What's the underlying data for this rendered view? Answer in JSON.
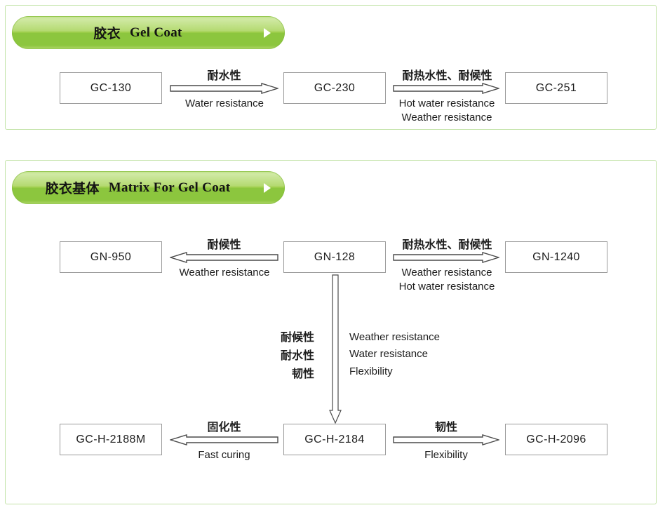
{
  "panels": [
    {
      "id": "gel-coat",
      "header": {
        "cn": "胶衣",
        "en": "Gel Coat",
        "arrow_icon": "play-triangle-icon"
      },
      "nodes": [
        {
          "label": "GC-130"
        },
        {
          "label": "GC-230"
        },
        {
          "label": "GC-251"
        }
      ],
      "arrows": [
        {
          "direction": "right",
          "cn": "耐水性",
          "en": [
            "Water resistance"
          ]
        },
        {
          "direction": "right",
          "cn": "耐热水性、耐候性",
          "en": [
            "Hot water resistance",
            "Weather resistance"
          ]
        }
      ]
    },
    {
      "id": "matrix-for-gel-coat",
      "header": {
        "cn": "胶衣基体",
        "en": "Matrix For Gel Coat",
        "arrow_icon": "play-triangle-icon"
      },
      "nodes": [
        {
          "label": "GN-950"
        },
        {
          "label": "GN-128"
        },
        {
          "label": "GN-1240"
        },
        {
          "label": "GC-H-2188M"
        },
        {
          "label": "GC-H-2184"
        },
        {
          "label": "GC-H-2096"
        }
      ],
      "arrows": [
        {
          "direction": "left",
          "cn": "耐候性",
          "en": [
            "Weather resistance"
          ]
        },
        {
          "direction": "right",
          "cn": "耐热水性、耐候性",
          "en": [
            "Weather resistance",
            "Hot water resistance"
          ]
        },
        {
          "direction": "down",
          "cn_lines": [
            "耐候性",
            "耐水性",
            "韧性"
          ],
          "en_lines": [
            "Weather resistance",
            "Water resistance",
            "Flexibility"
          ]
        },
        {
          "direction": "left",
          "cn": "固化性",
          "en": [
            "Fast curing"
          ]
        },
        {
          "direction": "right",
          "cn": "韧性",
          "en": [
            "Flexibility"
          ]
        }
      ]
    }
  ],
  "colors": {
    "panel_border": "#c3e3a8",
    "pill_green_light": "#cfe9a2",
    "pill_green_dark": "#8cc63e",
    "node_border": "#9a9a9a",
    "arrow_stroke": "#4a4a4a",
    "text": "#1d1d1d"
  }
}
